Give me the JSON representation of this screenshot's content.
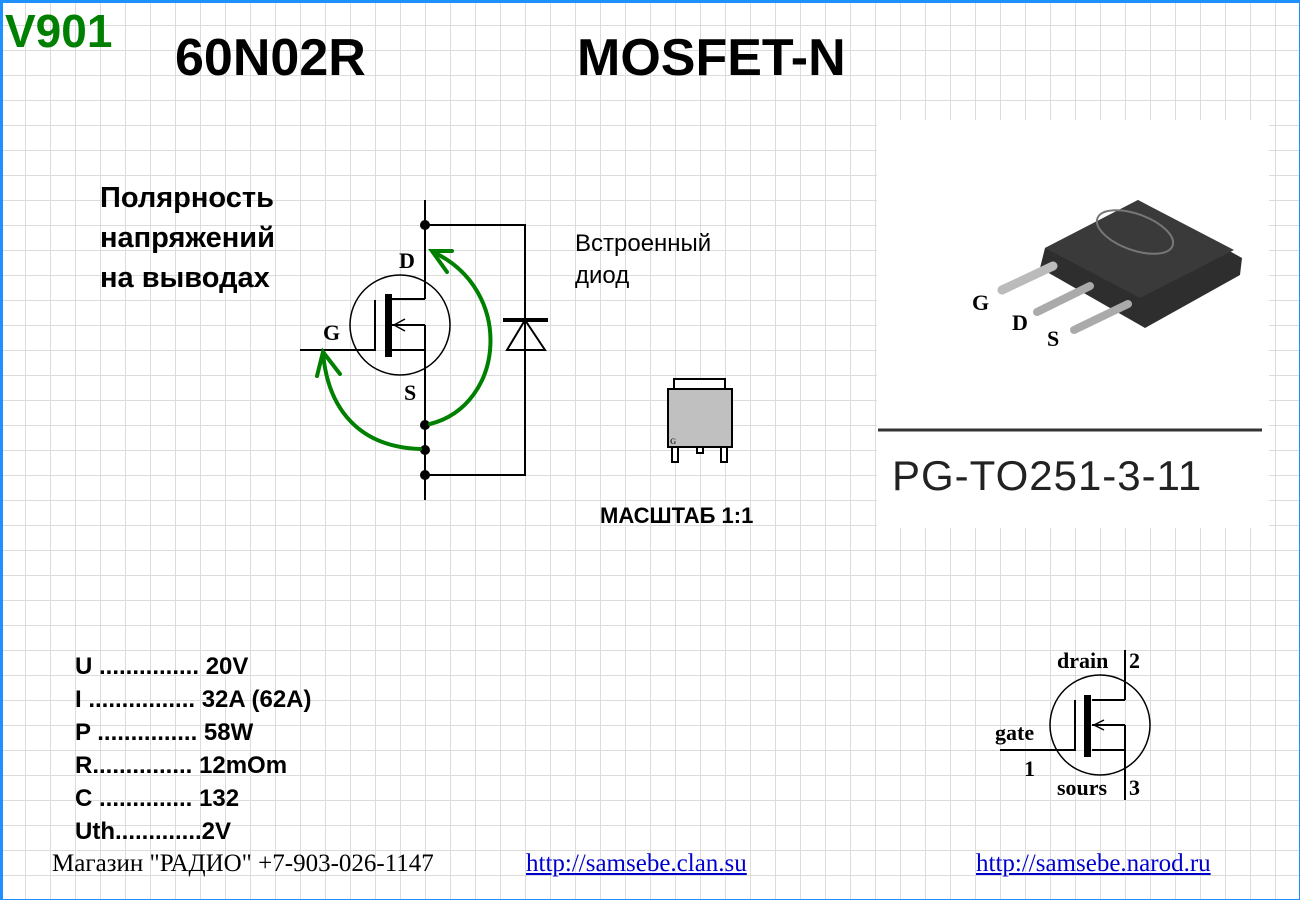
{
  "header": {
    "id": "V901",
    "part": "60N02R",
    "type": "MOSFET-N"
  },
  "polarity": {
    "lines": [
      "Полярность",
      "напряжений",
      "на выводах"
    ]
  },
  "schematic": {
    "drain": "D",
    "gate": "G",
    "source": "S",
    "diode_label_lines": [
      "Встроенный",
      "диод"
    ],
    "arrow_color": "#008000"
  },
  "package": {
    "pad_label": "G",
    "scale_label": "МАСШТАБ 1:1",
    "photo_pins": [
      "G",
      "D",
      "S"
    ],
    "name": "PG-TO251-3-11"
  },
  "specs": [
    "U ............... 20V",
    "I ................ 32A (62A)",
    "P ............... 58W",
    "R............... 12mOm",
    "C .............. 132",
    "Uth.............2V"
  ],
  "pinout": {
    "drain": "drain",
    "drain_num": "2",
    "gate": "gate",
    "gate_num": "1",
    "source": "sours",
    "source_num": "3"
  },
  "footer": {
    "shop": "Магазин \"РАДИО\" +7-903-026-1147",
    "link1": "http://samsebe.clan.su",
    "link2": "http://samsebe.narod.ru"
  }
}
